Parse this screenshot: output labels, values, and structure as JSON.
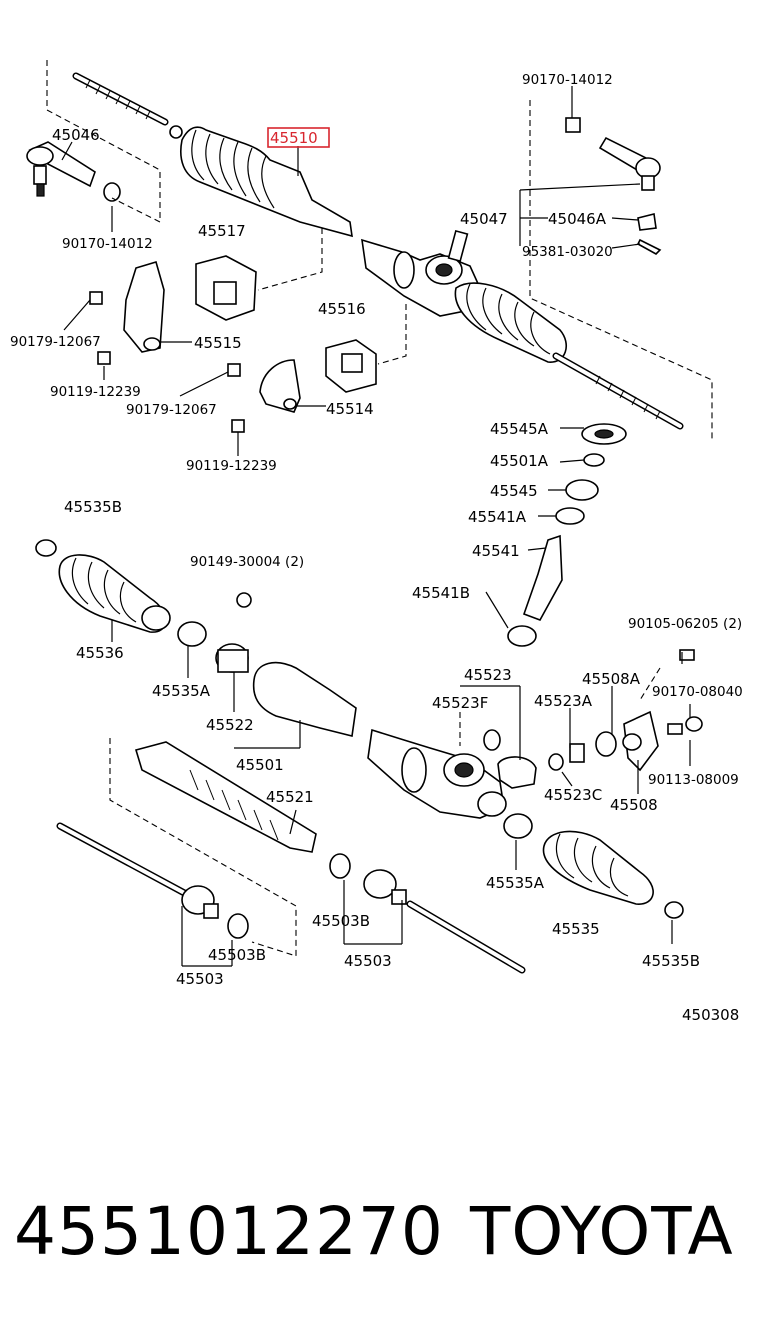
{
  "highlight_color": "#d8262e",
  "highlighted_part": "45510",
  "callouts": [
    "90170-14012",
    "45046",
    "45510",
    "90170-14012",
    "45517",
    "45047",
    "45046A",
    "95381-03020",
    "90179-12067",
    "45515",
    "45516",
    "90119-12239",
    "90179-12067",
    "45514",
    "90119-12239",
    "45545A",
    "45501A",
    "45545",
    "45541A",
    "45535B",
    "45541",
    "90149-30004 (2)",
    "45541B",
    "45536",
    "90105-06205 (2)",
    "45535A",
    "45523",
    "45508A",
    "90170-08040",
    "45523F",
    "45523A",
    "45522",
    "90113-08009",
    "45501",
    "45523C",
    "45508",
    "45521",
    "45535A",
    "45535",
    "45503B",
    "45535B",
    "45503B",
    "45503",
    "45503",
    "450308"
  ],
  "footer": {
    "part_number": "4551012270",
    "brand": "TOYOTA"
  }
}
